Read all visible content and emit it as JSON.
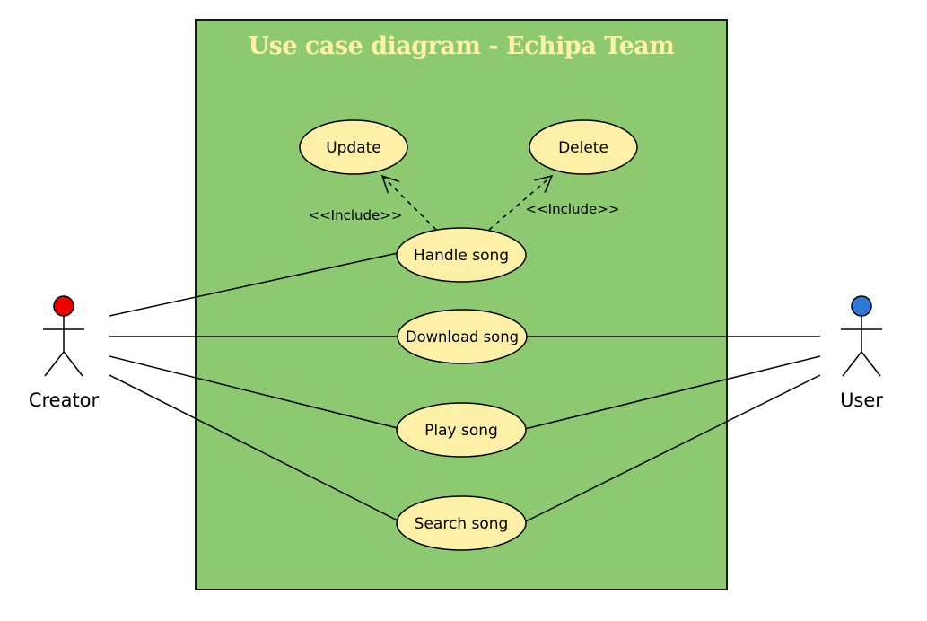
{
  "diagram": {
    "title": "Use case diagram - Echipa Team",
    "colors": {
      "system_fill": "#8dc971",
      "title_color": "#fff2a5",
      "usecase_fill": "#fff0a8",
      "creator_head": "#ee0000",
      "user_head": "#2d7ad6",
      "line": "#000000"
    },
    "actors": {
      "creator": {
        "name": "Creator"
      },
      "user": {
        "name": "User"
      }
    },
    "use_cases": {
      "update": "Update",
      "delete": "Delete",
      "handle_song": "Handle song",
      "download_song": "Download song",
      "play_song": "Play song",
      "search_song": "Search song"
    },
    "relations": {
      "include_update": "<<Include>>",
      "include_delete": "<<Include>>"
    }
  }
}
